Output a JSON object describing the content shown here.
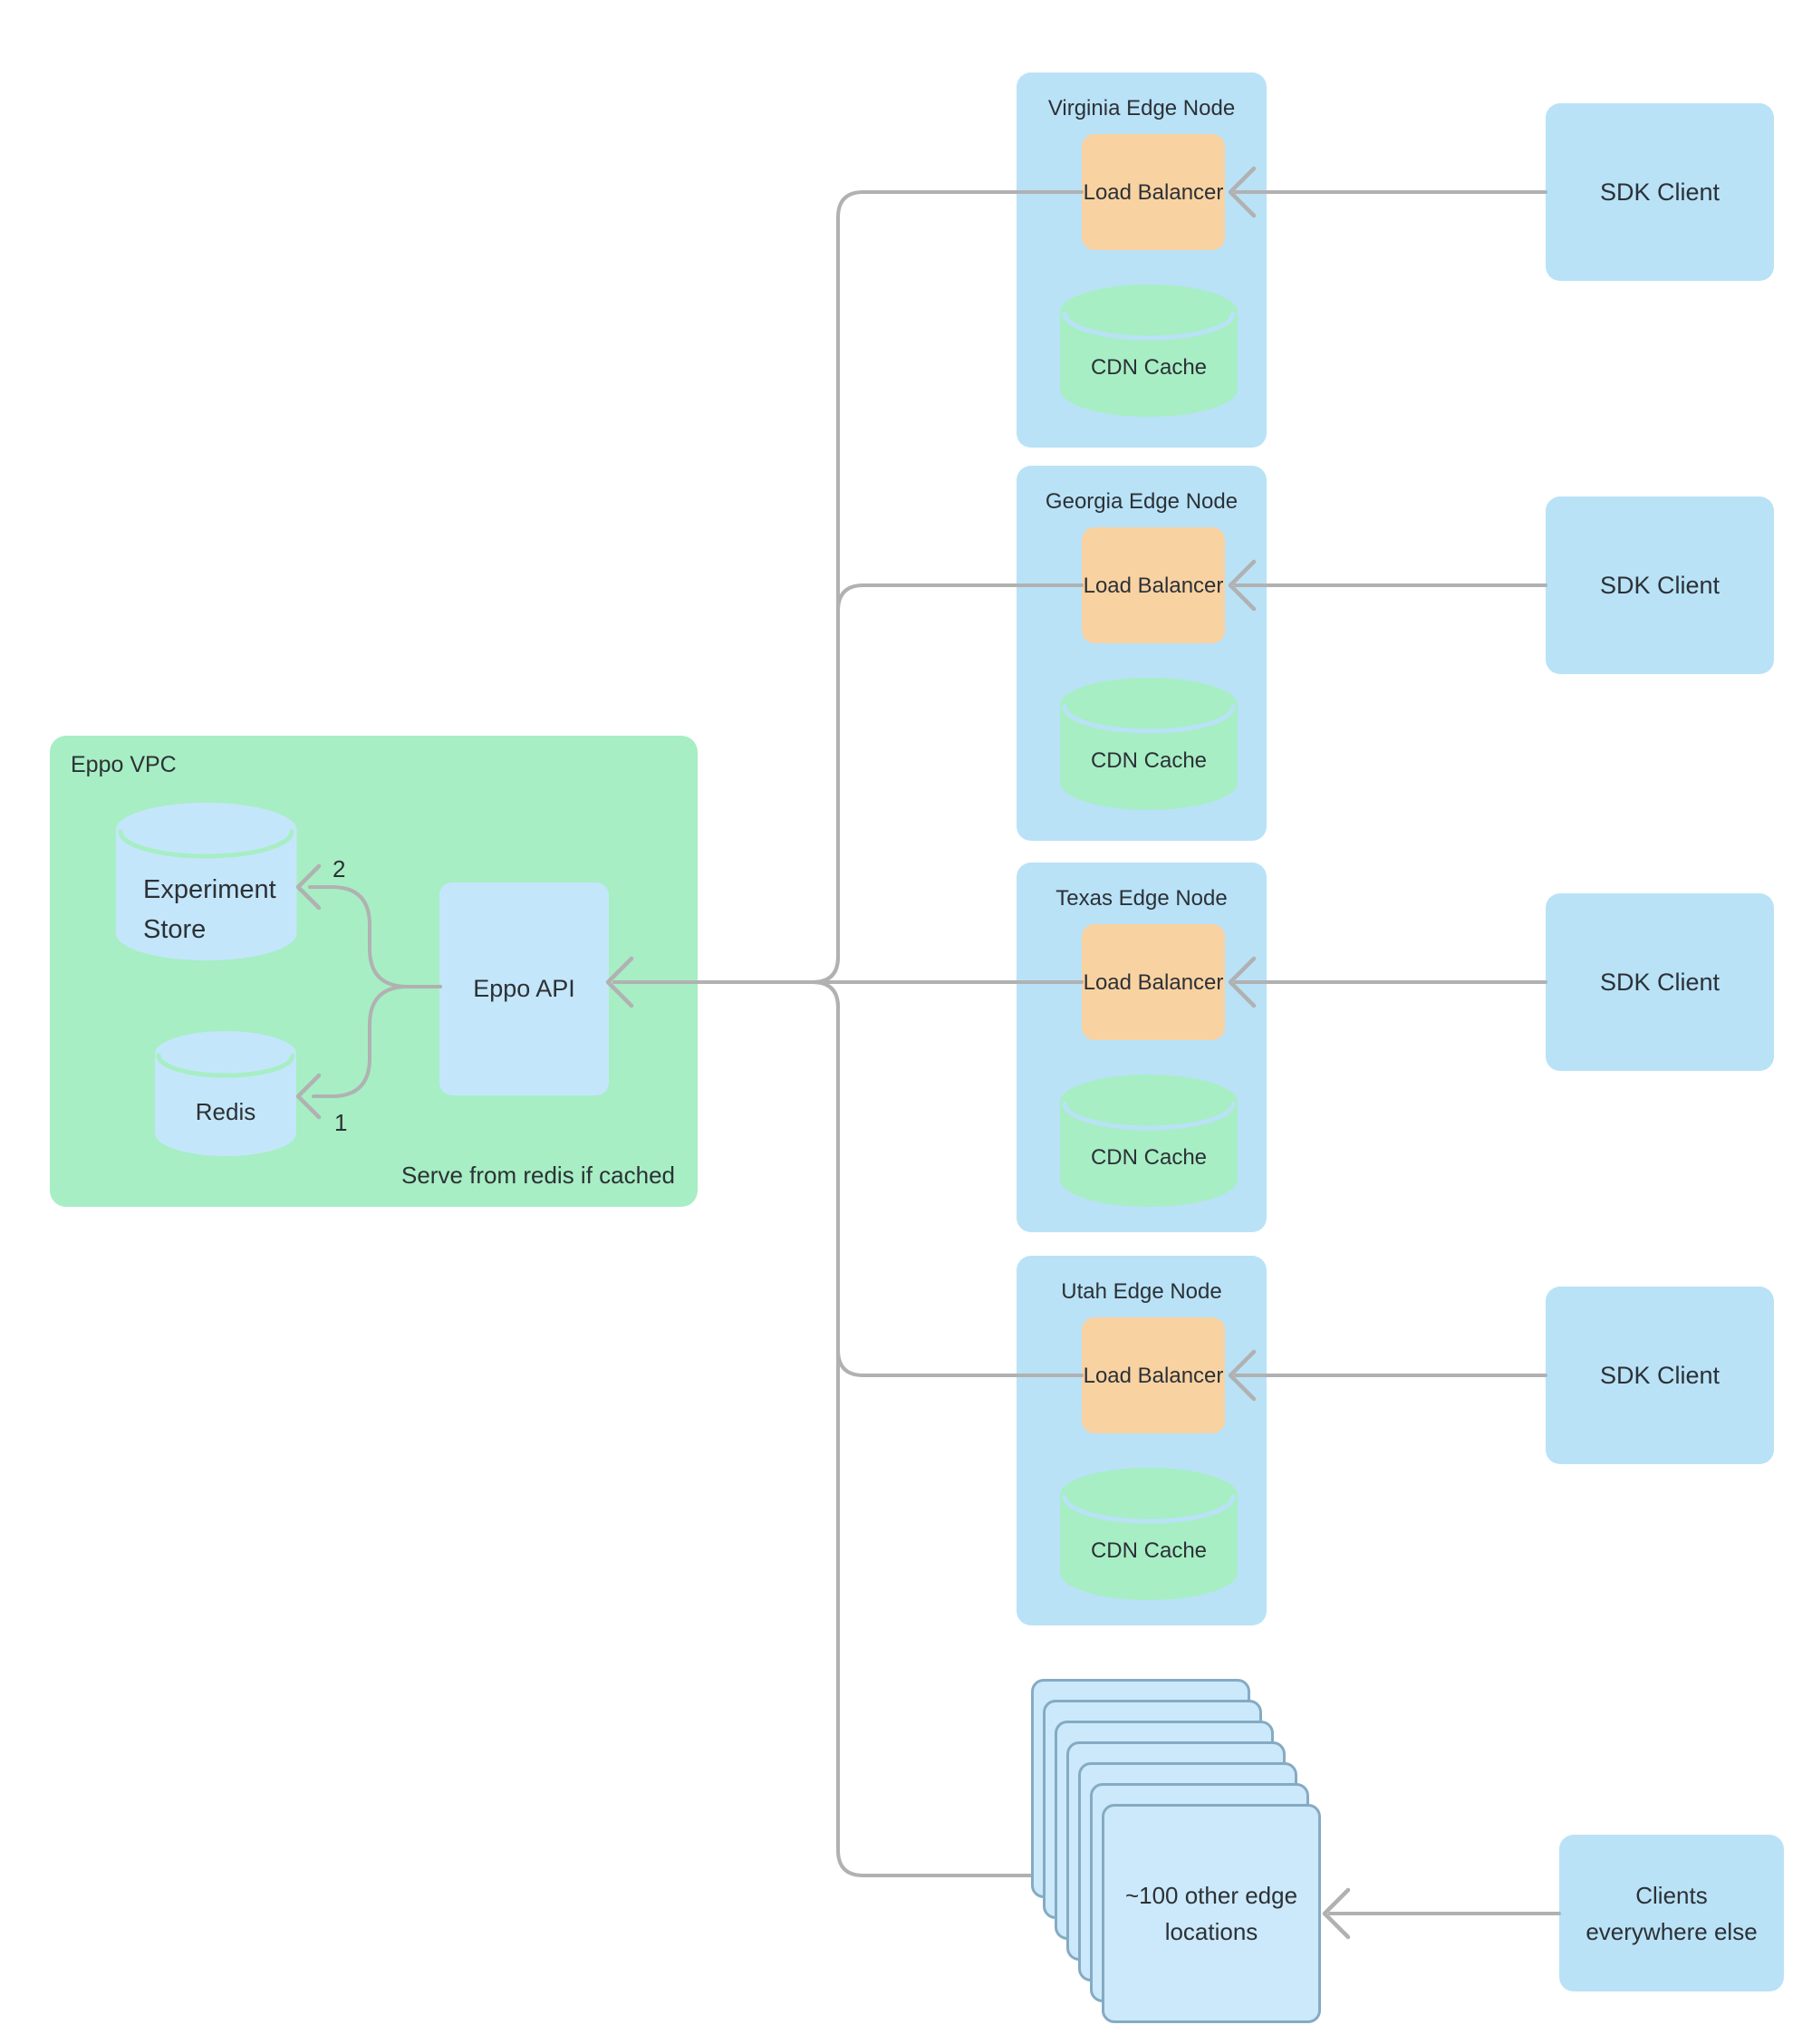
{
  "colors": {
    "container_blue": "#b9e2f7",
    "inner_blue": "#c4e6fa",
    "mint_green": "#a7eec4",
    "load_balancer_orange": "#f9d2a2",
    "connector_gray": "#b1b1b2",
    "stack_border_blue": "#85abc3",
    "text_dark": "#2c3136"
  },
  "vpc": {
    "title": "Eppo VPC",
    "experiment_store_line1": "Experiment",
    "experiment_store_line2": "Store",
    "redis_label": "Redis",
    "api_label": "Eppo API",
    "note": "Serve from redis if cached",
    "step_to_redis": "1",
    "step_to_store": "2"
  },
  "edge_nodes": [
    {
      "title": "Virginia Edge Node",
      "load_balancer": "Load Balancer",
      "cache": "CDN Cache"
    },
    {
      "title": "Georgia Edge Node",
      "load_balancer": "Load Balancer",
      "cache": "CDN Cache"
    },
    {
      "title": "Texas Edge Node",
      "load_balancer": "Load Balancer",
      "cache": "CDN Cache"
    },
    {
      "title": "Utah Edge Node",
      "load_balancer": "Load Balancer",
      "cache": "CDN Cache"
    }
  ],
  "sdk_clients": [
    {
      "label": "SDK Client"
    },
    {
      "label": "SDK Client"
    },
    {
      "label": "SDK Client"
    },
    {
      "label": "SDK Client"
    }
  ],
  "edge_stack": {
    "line1": "~100 other edge",
    "line2": "locations"
  },
  "other_clients": {
    "line1": "Clients",
    "line2": "everywhere else"
  }
}
